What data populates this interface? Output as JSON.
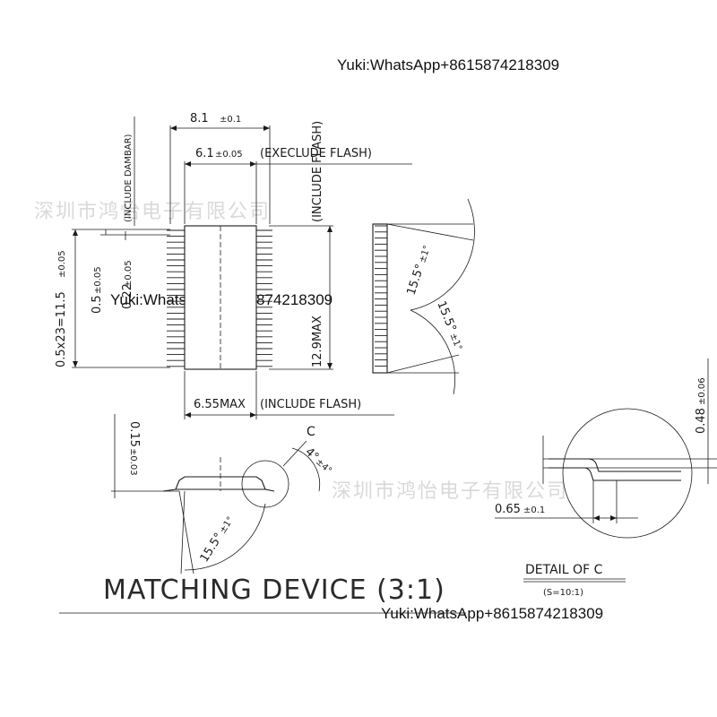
{
  "contact_lines": {
    "top": "Yuki:WhatsApp+8615874218309",
    "middle": "Yuki:WhatsApp+8615874218309",
    "bottom": "Yuki:WhatsApp+8615874218309"
  },
  "watermarks": {
    "left": "深圳市鸿怡电子有限公司",
    "right": "深圳市鸿怡电子有限公司"
  },
  "top_view": {
    "width_total": "8.1",
    "width_total_tol": "±0.1",
    "width_body": "6.1",
    "width_body_tol": "±0.05",
    "width_body_note": "(EXECLUDE FLASH)",
    "dambar_note": "(INCLUDE DAMBAR)",
    "pitch_total": "0.5x23=11.5",
    "pitch_total_tol": "±0.05",
    "pitch": "0.5",
    "pitch_tol": "±0.05",
    "lead_width": "0.22",
    "lead_width_tol": "±0.05",
    "length_max": "12.9MAX",
    "length_note": "(INCLUDE FLASH)",
    "bottom_width": "6.55MAX",
    "bottom_note": "(INCLUDE FLASH)"
  },
  "side_view": {
    "angle_top": "15.5°",
    "angle_top_tol": "±1°",
    "angle_bottom": "15.5°",
    "angle_bottom_tol": "±1°"
  },
  "front_view": {
    "standoff": "0.15",
    "standoff_tol": "±0.03",
    "detail_label": "C",
    "foot_angle": "4°",
    "foot_angle_tol": "±4°",
    "mold_angle": "15.5°",
    "mold_angle_tol": "±1°"
  },
  "detail_c": {
    "thickness": "0.48",
    "thickness_tol": "±0.06",
    "foot_length": "0.65",
    "foot_length_tol": "±0.1",
    "title": "DETAIL OF C",
    "scale": "(S=10:1)"
  },
  "caption": {
    "text": "MATCHING DEVICE (3:1)"
  }
}
